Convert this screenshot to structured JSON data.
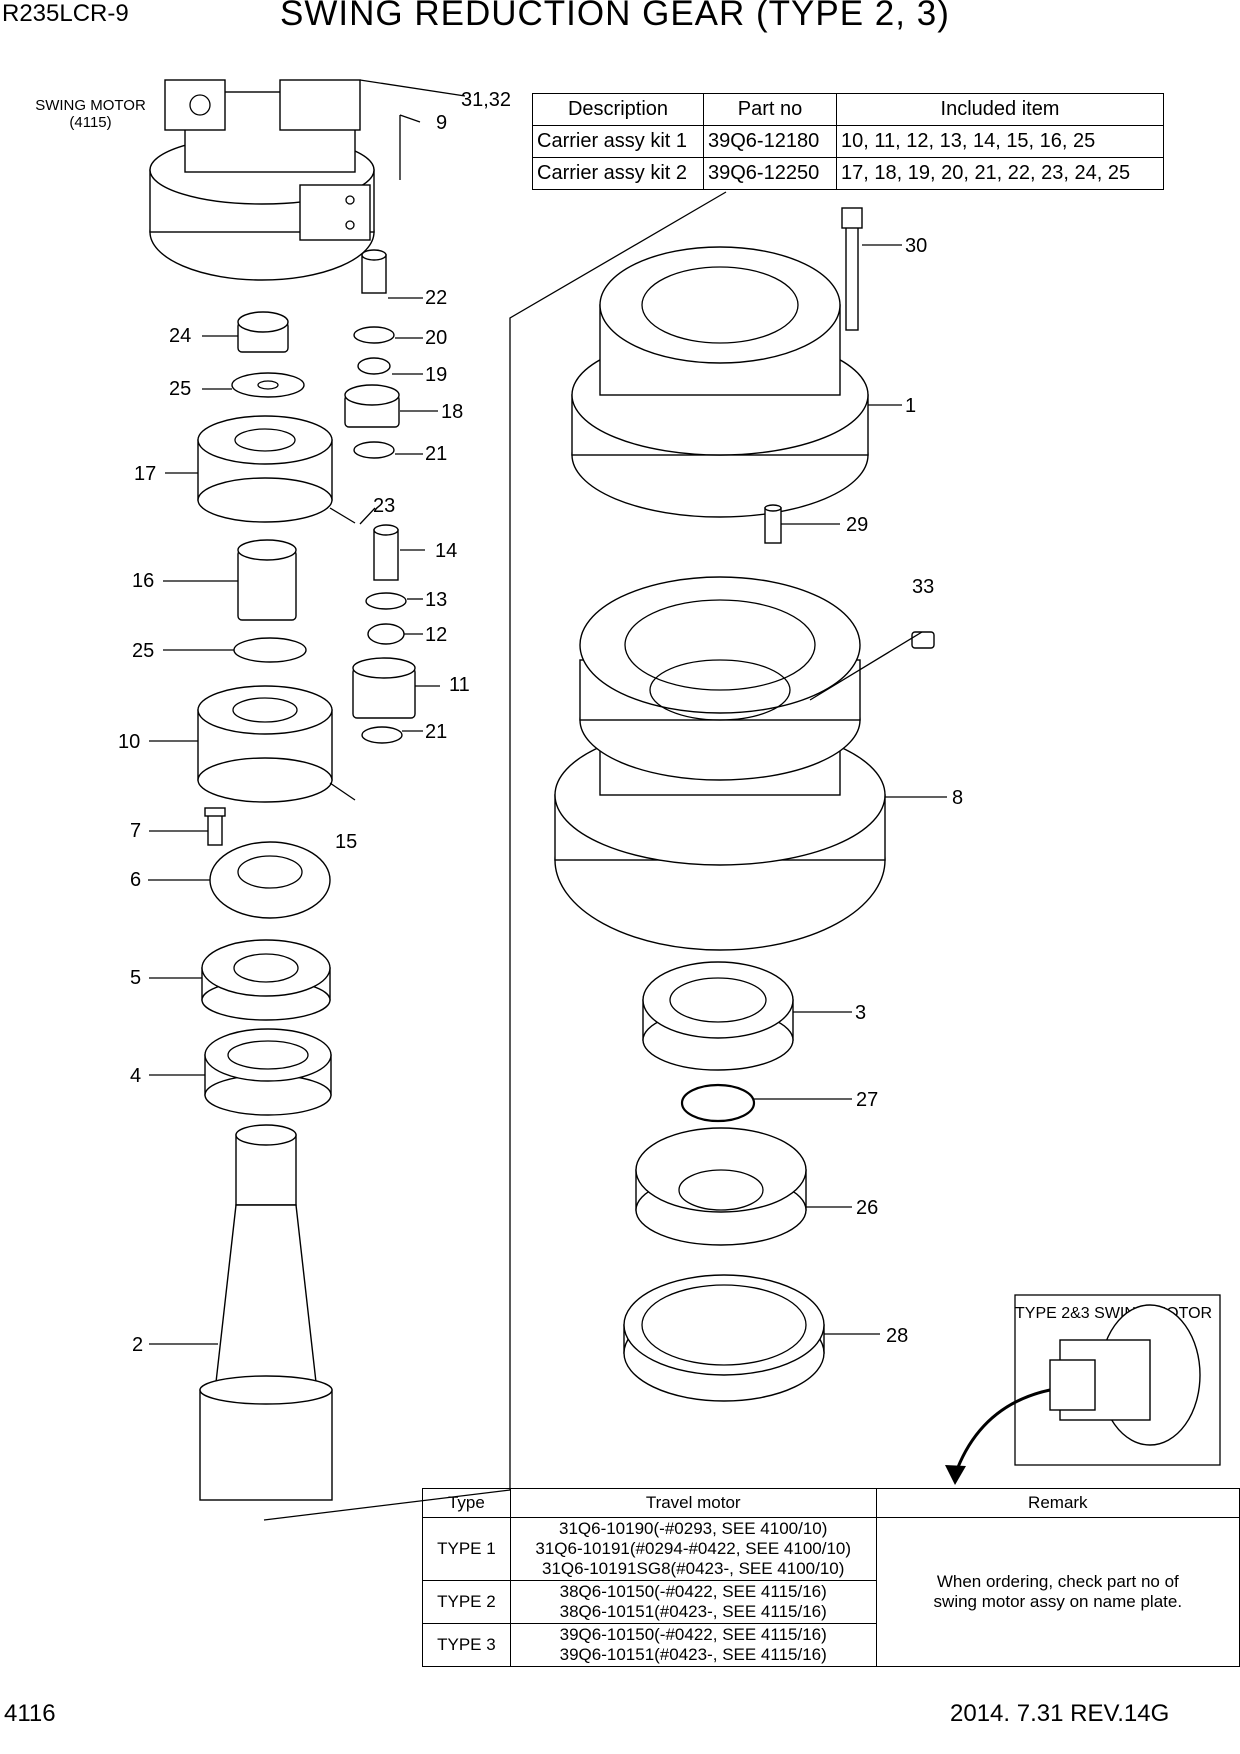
{
  "header": {
    "model": "R235LCR-9",
    "title": "SWING REDUCTION GEAR (TYPE 2, 3)"
  },
  "footer": {
    "page_number": "4116",
    "revision": "2014. 7.31  REV.14G"
  },
  "labels": {
    "swing_motor": "SWING MOTOR",
    "swing_motor_ref": "(4115)",
    "type_note": "TYPE 2&3 SWING MOTOR"
  },
  "kit_table": {
    "headers": [
      "Description",
      "Part no",
      "Included item"
    ],
    "rows": [
      [
        "Carrier assy kit 1",
        "39Q6-12180",
        "10, 11, 12, 13, 14, 15, 16, 25"
      ],
      [
        "Carrier assy kit 2",
        "39Q6-12250",
        "17, 18, 19, 20, 21, 22, 23, 24, 25"
      ]
    ]
  },
  "type_table": {
    "headers": [
      "Type",
      "Travel motor",
      "Remark"
    ],
    "rows": [
      {
        "type": "TYPE 1",
        "motor": [
          "31Q6-10190(-#0293, SEE 4100/10)",
          "31Q6-10191(#0294-#0422, SEE 4100/10)",
          "31Q6-10191SG8(#0423-, SEE 4100/10)"
        ]
      },
      {
        "type": "TYPE 2",
        "motor": [
          "38Q6-10150(-#0422, SEE 4115/16)",
          "38Q6-10151(#0423-, SEE 4115/16)"
        ]
      },
      {
        "type": "TYPE 3",
        "motor": [
          "39Q6-10150(-#0422, SEE 4115/16)",
          "39Q6-10151(#0423-, SEE 4115/16)"
        ]
      }
    ],
    "remark": [
      "When ordering, check part no of",
      "swing motor assy on name plate."
    ]
  },
  "callouts": [
    "31,32",
    "9",
    "22",
    "24",
    "20",
    "19",
    "25",
    "18",
    "21",
    "17",
    "23",
    "14",
    "16",
    "13",
    "12",
    "25",
    "11",
    "10",
    "21",
    "7",
    "15",
    "6",
    "5",
    "4",
    "2",
    "30",
    "1",
    "29",
    "33",
    "8",
    "3",
    "27",
    "26",
    "28"
  ]
}
